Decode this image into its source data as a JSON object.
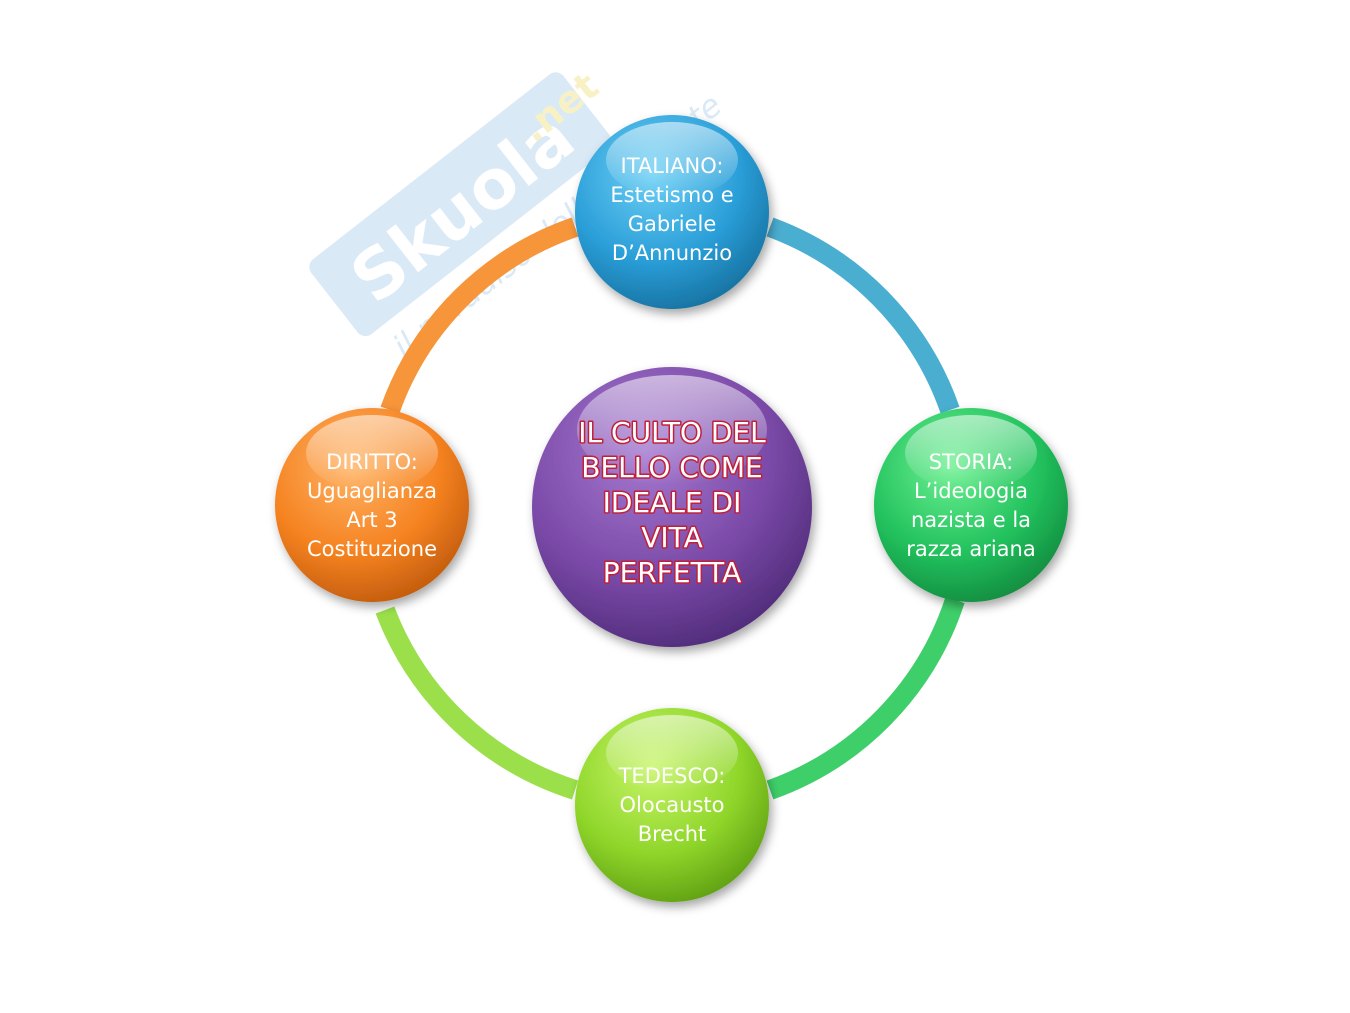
{
  "watermark": {
    "brand": "Skuola",
    "suffix": ".net",
    "tagline": "il paradiso dello studente"
  },
  "center": {
    "lines": [
      "IL CULTO DEL",
      "BELLO COME",
      "IDEALE DI",
      "VITA",
      "PERFETTA"
    ],
    "color": "#7b4aa8"
  },
  "nodes": {
    "italiano": {
      "lines": [
        "ITALIANO:",
        "Estetismo e",
        "Gabriele",
        "D’Annunzio"
      ],
      "color": "#2a9ed8"
    },
    "storia": {
      "lines": [
        "STORIA:",
        "L’ideologia",
        "nazista e la",
        "razza ariana"
      ],
      "color": "#22c25e"
    },
    "tedesco": {
      "lines": [
        "TEDESCO:",
        "Olocausto",
        "Brecht"
      ],
      "color": "#8fd62a"
    },
    "diritto": {
      "lines": [
        "DIRITTO:",
        "Uguaglianza",
        "Art 3",
        "Costituzione"
      ],
      "color": "#f58220"
    }
  },
  "ring_colors": {
    "top_right": "#4aaed0",
    "bottom_right": "#3ecf6a",
    "bottom_left": "#9be04a",
    "top_left": "#f7953a"
  }
}
